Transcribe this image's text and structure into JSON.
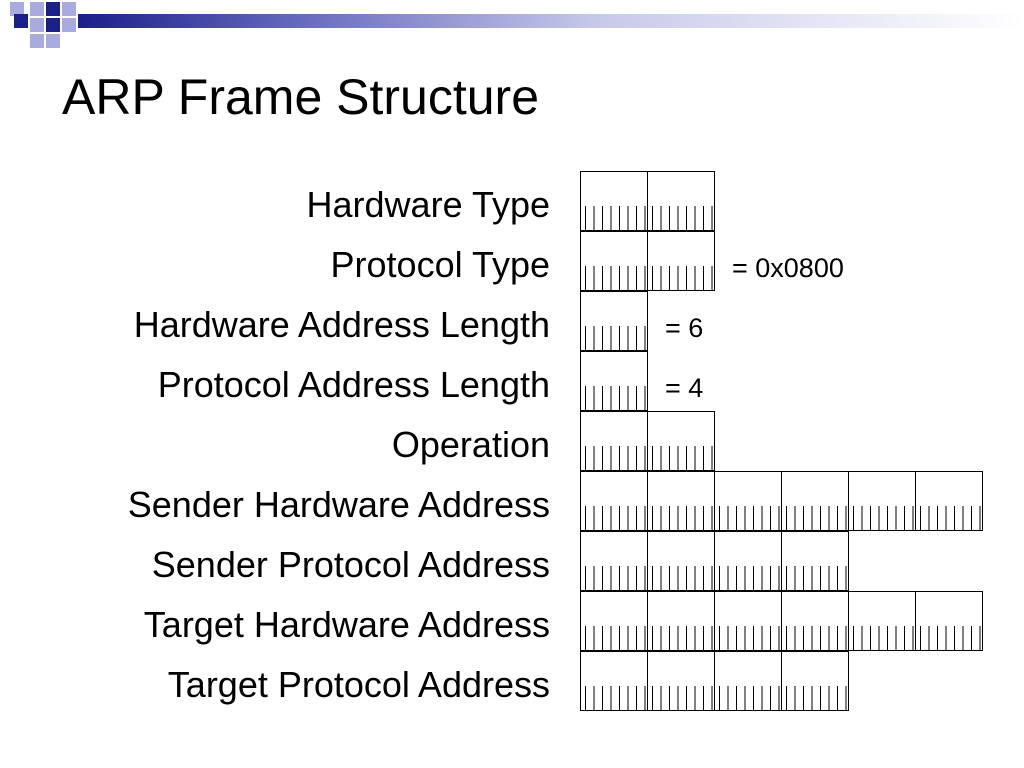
{
  "slide": {
    "title": "ARP Frame Structure"
  },
  "fields": [
    {
      "label": "Hardware Type",
      "bytes": 2,
      "note": ""
    },
    {
      "label": "Protocol Type",
      "bytes": 2,
      "note": "= 0x0800"
    },
    {
      "label": "Hardware Address Length",
      "bytes": 1,
      "note": "= 6"
    },
    {
      "label": "Protocol Address Length",
      "bytes": 1,
      "note": "= 4"
    },
    {
      "label": "Operation",
      "bytes": 2,
      "note": ""
    },
    {
      "label": "Sender Hardware Address",
      "bytes": 6,
      "note": ""
    },
    {
      "label": "Sender Protocol Address",
      "bytes": 4,
      "note": ""
    },
    {
      "label": "Target Hardware Address",
      "bytes": 6,
      "note": ""
    },
    {
      "label": "Target Protocol Address",
      "bytes": 4,
      "note": ""
    }
  ],
  "colors": {
    "accent": "#1a1f8a",
    "accent_light": "#a9abe0"
  }
}
